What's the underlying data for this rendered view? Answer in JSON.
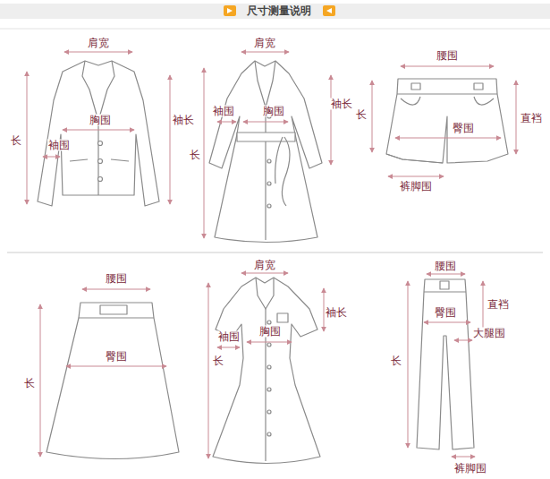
{
  "diagram": {
    "title": "尺寸测量说明",
    "labels": [
      "肩宽",
      "胸围",
      "袖围",
      "长",
      "袖长",
      "肩宽",
      "袖围",
      "胸围",
      "袖长",
      "长",
      "腰围",
      "长",
      "臀围",
      "直裆",
      "裤脚围",
      "腰围",
      "臀围",
      "长",
      "肩宽",
      "袖长",
      "袖围",
      "胸围",
      "长",
      "腰围",
      "直裆",
      "臀围",
      "大腿围",
      "长",
      "裤脚围"
    ]
  }
}
